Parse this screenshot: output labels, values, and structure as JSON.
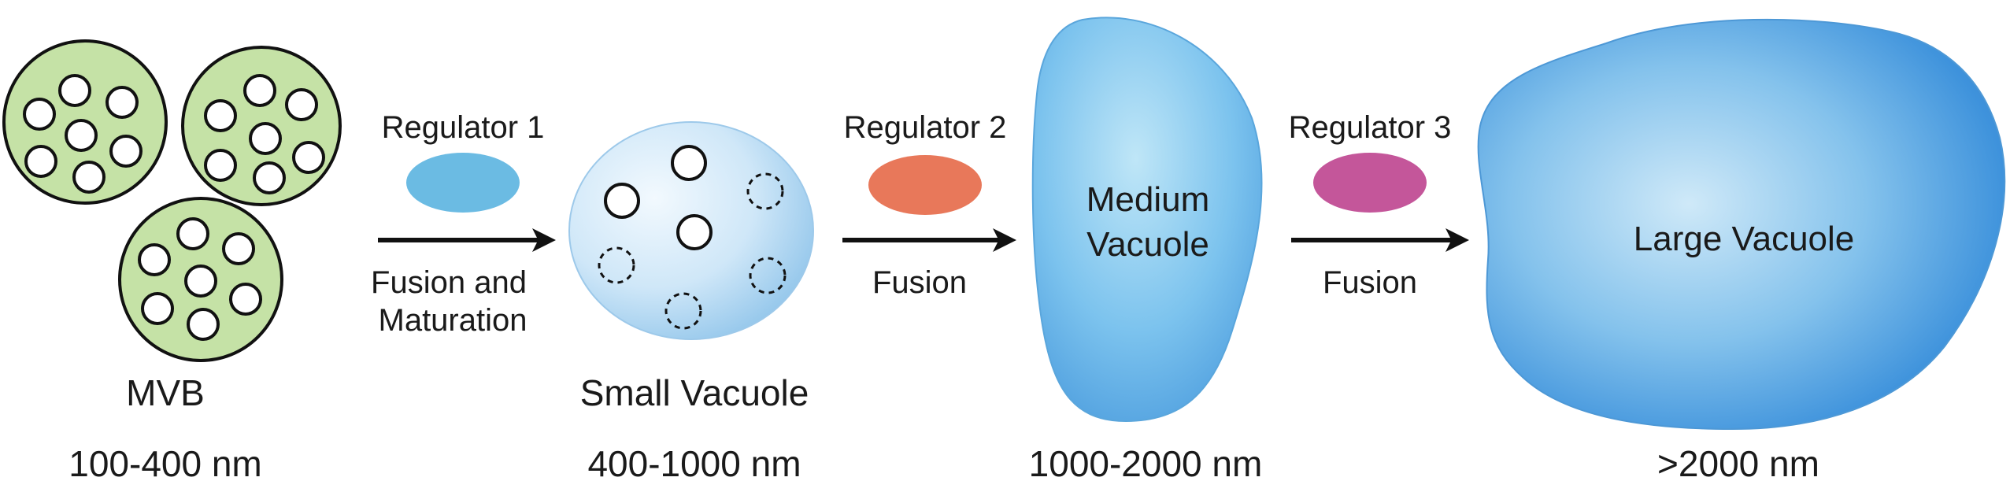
{
  "stages": [
    {
      "name": "MVB",
      "size": "100-400 nm"
    },
    {
      "name": "Small Vacuole",
      "size": "400-1000 nm"
    },
    {
      "name_line1": "Medium",
      "name_line2": "Vacuole",
      "size": "1000-2000 nm"
    },
    {
      "name": "Large Vacuole",
      "size": ">2000 nm"
    }
  ],
  "transitions": [
    {
      "regulator": "Regulator 1",
      "process_line1": "Fusion and",
      "process_line2": "Maturation",
      "color": "#6bbbe3"
    },
    {
      "regulator": "Regulator 2",
      "process_line1": "Fusion",
      "color": "#e8785a"
    },
    {
      "regulator": "Regulator 3",
      "process_line1": "Fusion",
      "color": "#c4569a"
    }
  ],
  "colors": {
    "mvb_fill": "#c5e2a6",
    "vacuole_blue": "#3f9be0",
    "arrow": "#111111"
  }
}
